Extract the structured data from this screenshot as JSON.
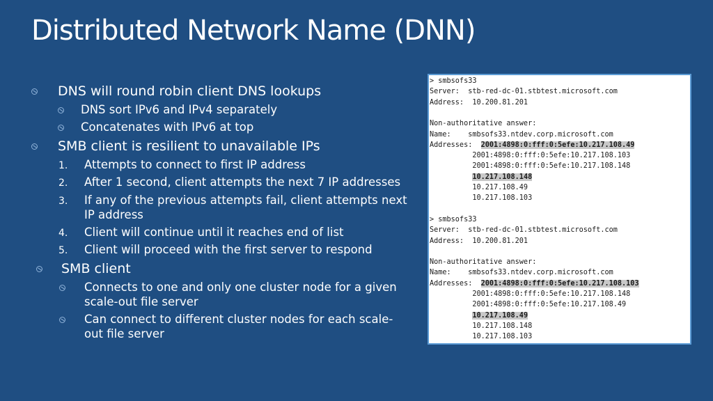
{
  "slide": {
    "title": "Distributed Network Name (DNN)",
    "bullets": [
      {
        "level": 1,
        "text": "DNS will round robin client DNS lookups"
      },
      {
        "level": 2,
        "text": "DNS sort IPv6 and IPv4 separately"
      },
      {
        "level": 2,
        "text": "Concatenates with IPv6 at top"
      },
      {
        "level": 1,
        "text": "SMB client is resilient to unavailable IPs"
      },
      {
        "level": 2,
        "marker": "1.",
        "text": "Attempts to connect to first IP address"
      },
      {
        "level": 2,
        "marker": "2.",
        "text": "After 1 second, client attempts the next 7 IP addresses"
      },
      {
        "level": 2,
        "marker": "3.",
        "text": "If any of the previous attempts fail, client attempts next",
        "text2": "IP address"
      },
      {
        "level": 2,
        "marker": "4.",
        "text": "Client will continue until it reaches end of list"
      },
      {
        "level": 2,
        "marker": "5.",
        "text": "Client will proceed with the first server to respond"
      },
      {
        "level": 1,
        "text": "SMB client"
      },
      {
        "level": 2,
        "text": "Connects to one and only one cluster node for a given",
        "text2": "scale-out file server"
      },
      {
        "level": 2,
        "text": "Can connect to different cluster nodes for each scale-",
        "text2": "out file server"
      }
    ]
  },
  "console": {
    "lines": [
      {
        "plain": "> smbsofs33"
      },
      {
        "plain": "Server:  stb-red-dc-01.stbtest.microsoft.com"
      },
      {
        "plain": "Address:  10.200.81.201"
      },
      {
        "plain": ""
      },
      {
        "plain": "Non-authoritative answer:"
      },
      {
        "plain": "Name:    smbsofs33.ntdev.corp.microsoft.com"
      },
      {
        "plain": "Addresses:  ",
        "highlight": "2001:4898:0:fff:0:5efe:10.217.108.49"
      },
      {
        "plain": "          2001:4898:0:fff:0:5efe:10.217.108.103"
      },
      {
        "plain": "          2001:4898:0:fff:0:5efe:10.217.108.148"
      },
      {
        "plain": "          ",
        "highlight": "10.217.108.148"
      },
      {
        "plain": "          10.217.108.49"
      },
      {
        "plain": "          10.217.108.103"
      },
      {
        "plain": ""
      },
      {
        "plain": "> smbsofs33"
      },
      {
        "plain": "Server:  stb-red-dc-01.stbtest.microsoft.com"
      },
      {
        "plain": "Address:  10.200.81.201"
      },
      {
        "plain": ""
      },
      {
        "plain": "Non-authoritative answer:"
      },
      {
        "plain": "Name:    smbsofs33.ntdev.corp.microsoft.com"
      },
      {
        "plain": "Addresses:  ",
        "highlight": "2001:4898:0:fff:0:5efe:10.217.108.103"
      },
      {
        "plain": "          2001:4898:0:fff:0:5efe:10.217.108.148"
      },
      {
        "plain": "          2001:4898:0:fff:0:5efe:10.217.108.49"
      },
      {
        "plain": "          ",
        "highlight": "10.217.108.49"
      },
      {
        "plain": "          10.217.108.148"
      },
      {
        "plain": "          10.217.108.103"
      }
    ]
  },
  "colors": {
    "background": "#1f4e82",
    "console_border": "#5b9bd5",
    "highlight": "#c8c8c8"
  }
}
